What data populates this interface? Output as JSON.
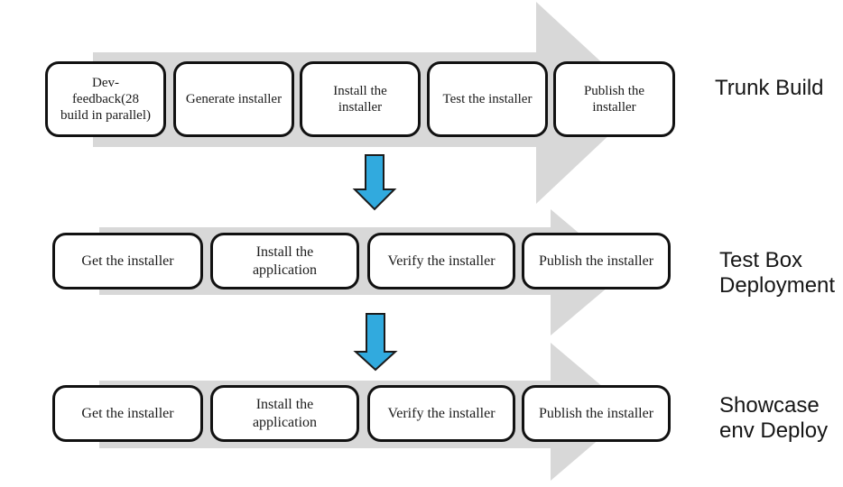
{
  "diagram": {
    "rows": [
      {
        "label": "Trunk Build",
        "label_lines": [
          "Trunk Build"
        ],
        "steps": [
          "Dev-feedback(28 build in parallel)",
          "Generate installer",
          "Install the installer",
          "Test the installer",
          "Publish the installer"
        ]
      },
      {
        "label": "Test Box Deployment",
        "label_lines": [
          "Test Box",
          "Deployment"
        ],
        "steps": [
          "Get the installer",
          "Install the application",
          "Verify the installer",
          "Publish the installer"
        ]
      },
      {
        "label": "Showcase env Deploy",
        "label_lines": [
          "Showcase",
          "env Deploy"
        ],
        "steps": [
          "Get the installer",
          "Install the application",
          "Verify the installer",
          "Publish the installer"
        ]
      }
    ],
    "connectors": [
      {
        "from": "Trunk Build",
        "to": "Test Box Deployment"
      },
      {
        "from": "Test Box Deployment",
        "to": "Showcase env Deploy"
      }
    ],
    "colors": {
      "process_arrow": "#d8d8d8",
      "down_arrow_fill": "#31aade",
      "down_arrow_stroke": "#1b1b1b",
      "box_fill": "#ffffff",
      "box_border": "#111111",
      "text": "#1b1b1b",
      "label_text": "#161616",
      "background": "#ffffff"
    }
  }
}
